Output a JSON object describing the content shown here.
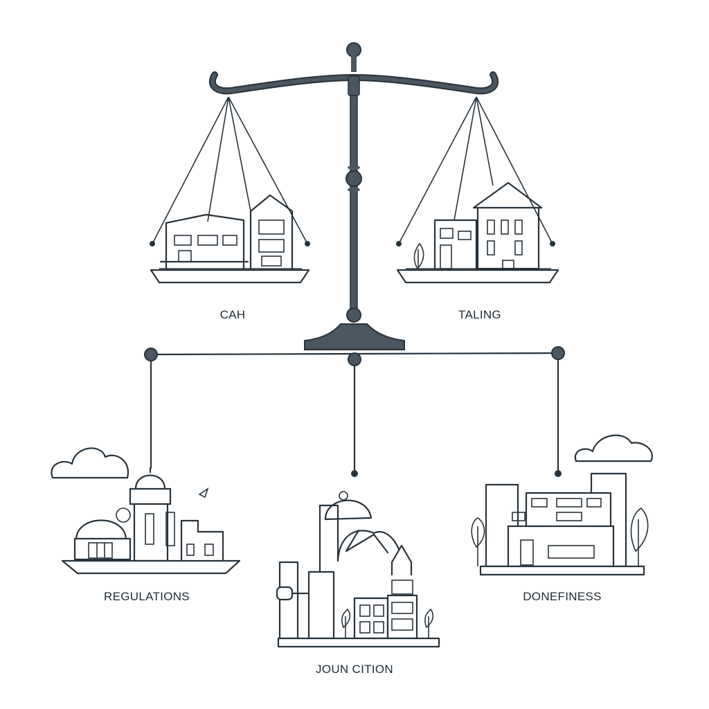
{
  "colors": {
    "line": "#27323a",
    "beam": "#4b5660",
    "background": "#ffffff"
  },
  "labels": {
    "left_pan": "CAH",
    "right_pan": "TALING",
    "left_node": "REGULATIONS",
    "center_node": "JOUN CITION",
    "right_node": "DONEFINESS"
  },
  "icons": [
    "balance-scale-icon",
    "cloud-icon",
    "tree-icon"
  ]
}
